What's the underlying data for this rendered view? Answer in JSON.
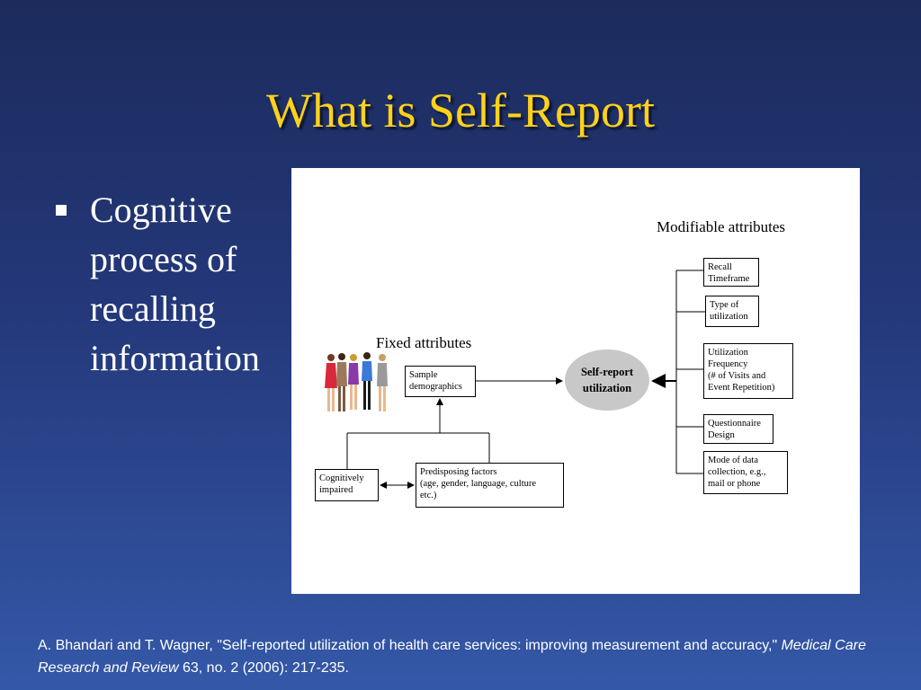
{
  "title": "What is Self-Report",
  "bullet": {
    "text": "Cognitive process of recalling information"
  },
  "diagram": {
    "modifiable_heading": "Modifiable attributes",
    "fixed_heading": "Fixed attributes",
    "center": "Self-report\nutilization",
    "sample_demographics": "Sample\ndemographics",
    "cognitively_impaired": "Cognitively\nimpaired",
    "predisposing_factors": "Predisposing factors\n(age, gender, language, culture\netc.)",
    "modifiable": [
      "Recall\nTimeframe",
      "Type of\nutilization",
      "Utilization\nFrequency\n(# of Visits and\nEvent Repetition)",
      "Questionnaire\nDesign",
      "Mode of data\ncollection, e.g.,\nmail or phone"
    ],
    "colors": {
      "ellipse": "#c8c8c8",
      "line": "#000000"
    }
  },
  "citation": {
    "before": "A. Bhandari and T. Wagner, \"Self-reported utilization of health care services: improving measurement and accuracy,\" ",
    "journal": "Medical Care Research and Review",
    "after": " 63, no. 2 (2006): 217-235."
  },
  "colors": {
    "title": "#ffd21a",
    "background_top": "#1c2b5c",
    "background_bottom": "#3458a8"
  }
}
